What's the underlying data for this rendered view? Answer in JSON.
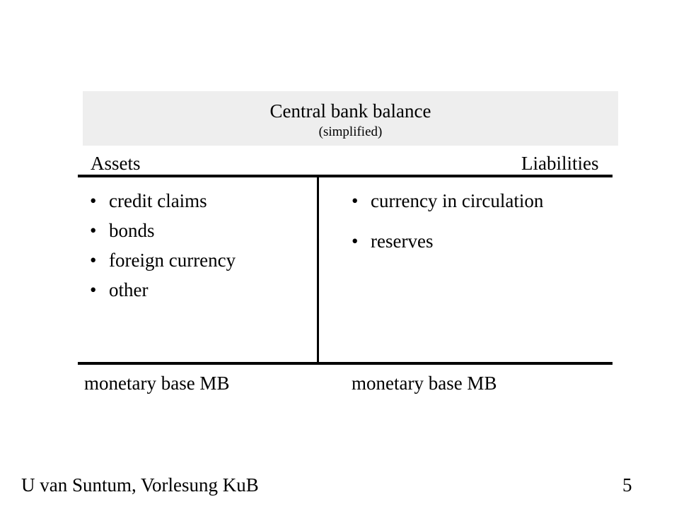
{
  "title": {
    "main": "Central bank balance",
    "sub": "(simplified)"
  },
  "columns": {
    "assets": "Assets",
    "liabilities": "Liabilities"
  },
  "assets_items": [
    "credit claims",
    "bonds",
    "foreign currency",
    "other"
  ],
  "liabilities_items": [
    "currency in circulation",
    "reserves"
  ],
  "totals": {
    "assets": "monetary base MB",
    "liabilities": "monetary base MB"
  },
  "footer": {
    "author": "U van Suntum, Vorlesung KuB",
    "page": "5"
  }
}
